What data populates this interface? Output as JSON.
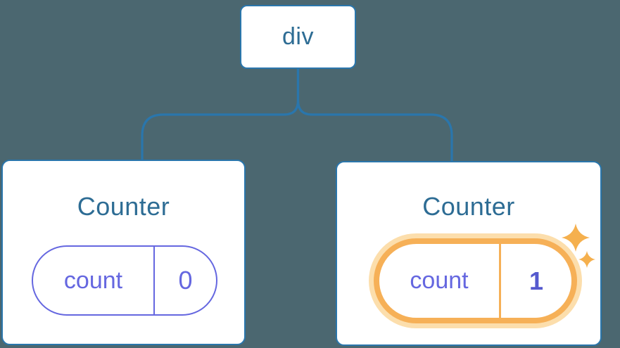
{
  "tree": {
    "root": {
      "label": "div"
    },
    "children": [
      {
        "title": "Counter",
        "state": {
          "key": "count",
          "value": "0"
        },
        "highlighted": false
      },
      {
        "title": "Counter",
        "state": {
          "key": "count",
          "value": "1"
        },
        "highlighted": true,
        "icon": "sparkles-icon"
      }
    ]
  },
  "colors": {
    "background": "#4B6770",
    "connector": "#2A76AC",
    "node_border": "#2A76AC",
    "node_fill": "#FFFFFF",
    "title_text": "#2D6C94",
    "state_accent": "#6567E0",
    "state_value_highlight_text": "#5559CE",
    "highlight_border": "#F6B057",
    "highlight_glow": "#FCDEAC",
    "sparkle": "#F5B04E"
  }
}
